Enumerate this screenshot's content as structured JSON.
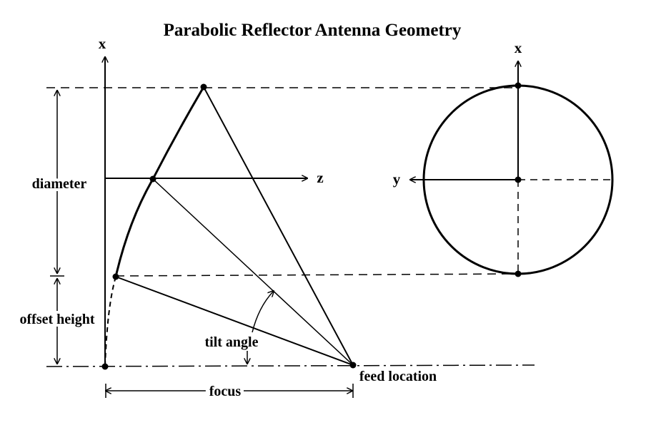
{
  "title": "Parabolic Reflector Antenna Geometry",
  "labels": {
    "diameter": "diameter",
    "offset_height": "offset height",
    "tilt_angle": "tilt angle",
    "feed_location": "feed location",
    "focus": "focus"
  },
  "side_view_axes": {
    "x": "x",
    "z": "z"
  },
  "front_view_axes": {
    "x": "x",
    "y": "y"
  },
  "colors": {
    "ink": "#000000",
    "background": "#ffffff"
  }
}
